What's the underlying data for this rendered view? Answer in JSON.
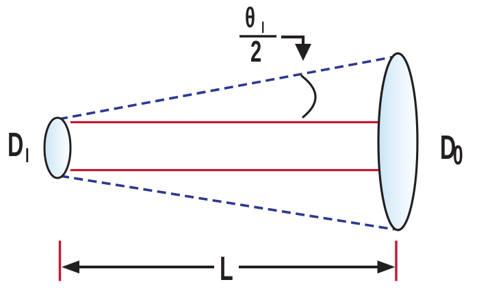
{
  "figure": {
    "labels": {
      "theta_symbol": "θ",
      "theta_subscript": "I",
      "theta_denominator": "2",
      "input_diameter_symbol": "D",
      "input_diameter_subscript": "I",
      "output_diameter_symbol": "D",
      "output_diameter_subscript": "0",
      "length_symbol": "L"
    },
    "colors": {
      "beam_red": "#C21B33",
      "divergence_blue": "#2B3990",
      "ink_black": "#231F20",
      "lens_fill_start": "#C9E5F6",
      "lens_fill_mid": "#E9F4FB",
      "lens_fill_end": "#FDFEFF"
    }
  }
}
